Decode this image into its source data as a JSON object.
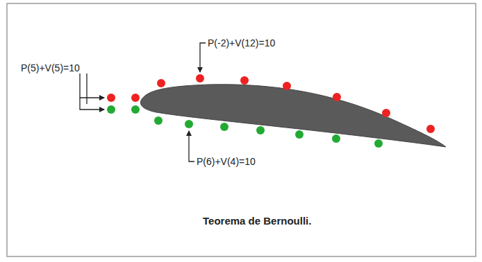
{
  "diagram": {
    "caption": "Teorema de Bernoulli.",
    "labels": [
      "P(5)+V(5)=10",
      "P(-2)+V(12)=10",
      "P(6)+V(4)=10"
    ]
  }
}
